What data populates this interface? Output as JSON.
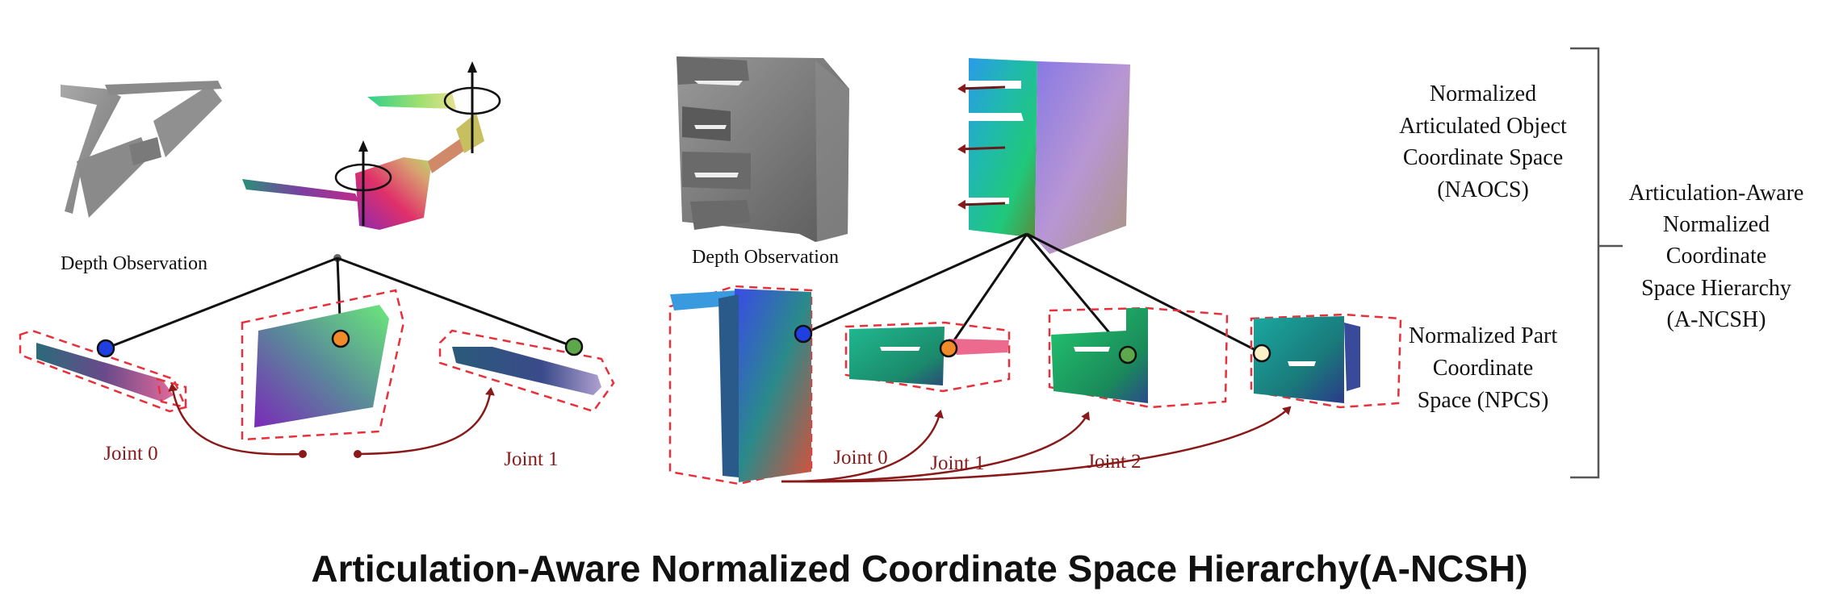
{
  "figure": {
    "caption": "Articulation-Aware Normalized Coordinate Space Hierarchy(A-NCSH)"
  },
  "left": {
    "depth_label": "Depth Observation",
    "joints": [
      "Joint 0",
      "Joint 1"
    ]
  },
  "middle": {
    "depth_label": "Depth Observation",
    "joints": [
      "Joint 0",
      "Joint 1",
      "Joint 2"
    ]
  },
  "right": {
    "naocs_lines": [
      "Normalized",
      "Articulated Object",
      "Coordinate Space",
      "(NAOCS)"
    ],
    "npcs_lines": [
      "Normalized Part",
      "Coordinate",
      "Space (NPCS)"
    ],
    "ancsh_lines": [
      "Articulation-Aware",
      "Normalized",
      "Coordinate",
      "Space Hierarchy",
      "(A-NCSH)"
    ]
  },
  "colors": {
    "joint_arrow": "#8a1a1a",
    "bbox_dash": "#e8303a",
    "part_dot_0": "#1f3fe0",
    "part_dot_1": "#f08a2a",
    "part_dot_2": "#5da84a",
    "part_dot_3": "#fbf0c8",
    "depth_gray": "#7a7a7a"
  }
}
